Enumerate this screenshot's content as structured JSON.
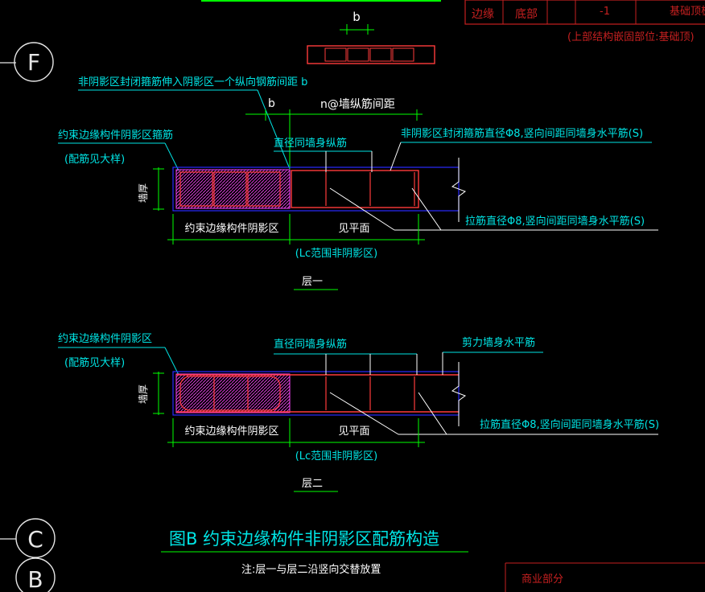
{
  "colors": {
    "background": "#000000",
    "green": "#00ff00",
    "cyan": "#00e5e5",
    "white": "#ffffff",
    "red": "#ff3b3b",
    "blue": "#2a2aff",
    "magenta": "#ff44ff",
    "wall_red": "#ff4a4a",
    "title_block": "#c62020",
    "axis_bubble": "#e6e6e6"
  },
  "title_block": {
    "cell1": "边缘",
    "cell2": "底部",
    "cell3": "-1",
    "cell4": "基础顶板",
    "note": "(上部结构嵌固部位:基础顶)"
  },
  "axis_labels": {
    "f": "F",
    "c": "C",
    "b": "B"
  },
  "top_dim_label": "b",
  "layer1": {
    "leader_top": "非阴影区封闭箍筋伸入阴影区一个纵向钢筋间距 b",
    "dim_b": "b",
    "dim_spacing": "n@墙纵筋间距",
    "left_label_line1": "约束边缘构件阴影区箍筋",
    "left_label_line2": "(配筋见大样)",
    "wall_thickness": "墙厚",
    "vertical_bar": "直径同墙身纵筋",
    "closed_stirrup": "非阴影区封闭箍筋直径Φ8,竖向间距同墙身水平筋(S)",
    "tie_bar": "拉筋直径Φ8,竖向间距同墙身水平筋(S)",
    "shadow_zone": "约束边缘构件阴影区",
    "see_plan": "见平面",
    "lc_range": "(Lc范围非阴影区)",
    "caption": "层一"
  },
  "layer2": {
    "left_label_line1": "约束边缘构件阴影区",
    "left_label_line2": "(配筋见大样)",
    "wall_thickness": "墙厚",
    "vertical_bar": "直径同墙身纵筋",
    "horizontal_bar": "剪力墙身水平筋",
    "tie_bar": "拉筋直径Φ8,竖向间距同墙身水平筋(S)",
    "shadow_zone": "约束边缘构件阴影区",
    "see_plan": "见平面",
    "lc_range": "(Lc范围非阴影区)",
    "caption": "层二"
  },
  "figure_title": "图B    约束边缘构件非阴影区配筋构造",
  "figure_note": "注:层一与层二沿竖向交替放置",
  "corner_label": "商业部分"
}
